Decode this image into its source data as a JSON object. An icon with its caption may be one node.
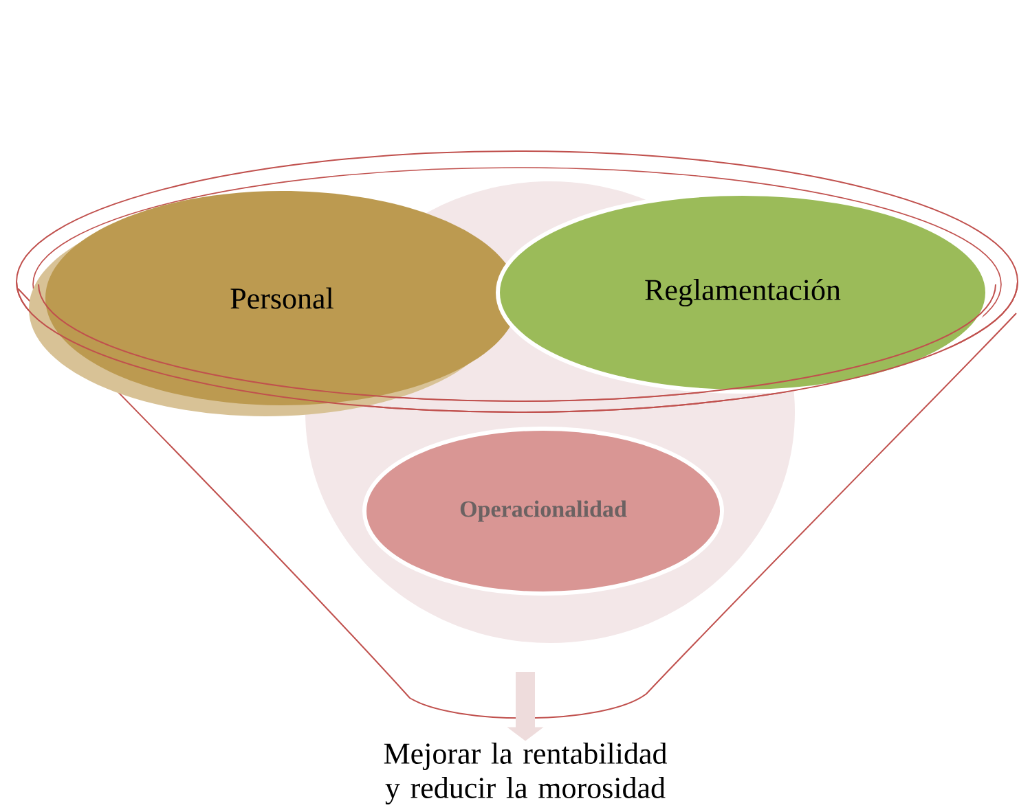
{
  "diagram": {
    "nodes": [
      {
        "text": [],
        "shape": "funnel"
      },
      {
        "text": [
          "Personal"
        ],
        "in": 0
      },
      {
        "text": [
          "Reglamentación"
        ],
        "in": 0
      },
      {
        "text": [
          "Operacionalidad"
        ],
        "in": 0
      },
      {
        "text": [
          "Mejorar la rentabilidad y reducir la morosidad"
        ]
      }
    ],
    "edges": [
      {
        "from": null,
        "to": 4,
        "arrow": "to"
      }
    ]
  }
}
